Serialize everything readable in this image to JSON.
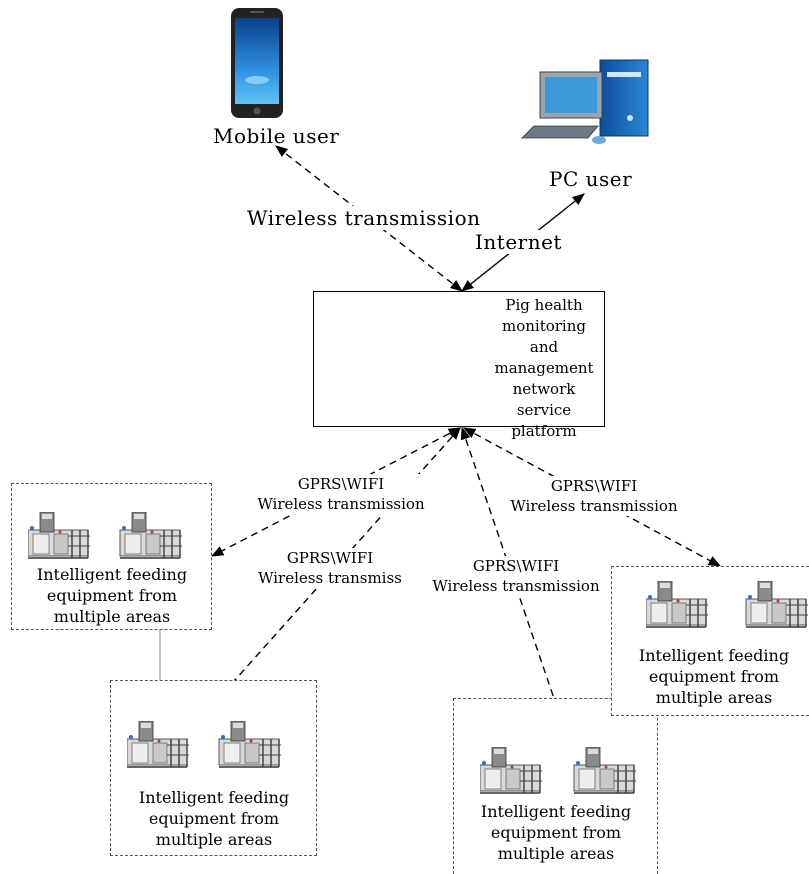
{
  "users": {
    "mobile_label": "Mobile user",
    "pc_label": "PC user"
  },
  "links": {
    "wireless_top": "Wireless transmission",
    "internet": "Internet"
  },
  "platform": {
    "line1": "Pig health",
    "line2": "monitoring and",
    "line3": "management",
    "line4": "network",
    "line5": "service",
    "line6": "platform"
  },
  "connections": [
    {
      "proto": "GPRS\\WIFI",
      "label": "Wireless transmission"
    },
    {
      "proto": "GPRS\\WIFI",
      "label": "Wireless transmiss"
    },
    {
      "proto": "GPRS\\WIFI",
      "label": "Wireless transmission"
    },
    {
      "proto": "GPRS\\WIFI",
      "label": "Wireless transmission"
    }
  ],
  "areas": [
    {
      "line1": "Intelligent feeding",
      "line2": "equipment from",
      "line3": "multiple areas"
    },
    {
      "line1": "Intelligent feeding",
      "line2": "equipment from",
      "line3": "multiple areas"
    },
    {
      "line1": "Intelligent feeding",
      "line2": "equipment from",
      "line3": "multiple areas"
    },
    {
      "line1": "Intelligent feeding",
      "line2": "equipment from",
      "line3": "multiple areas"
    }
  ],
  "colors": {
    "pig_green": "#1a9a3a",
    "pc_blue": "#1f6fc0",
    "phone_screen": "#3aa0e0"
  },
  "icons": [
    "smartphone-icon",
    "desktop-pc-icon",
    "pig-icon",
    "feeding-station-icon"
  ]
}
